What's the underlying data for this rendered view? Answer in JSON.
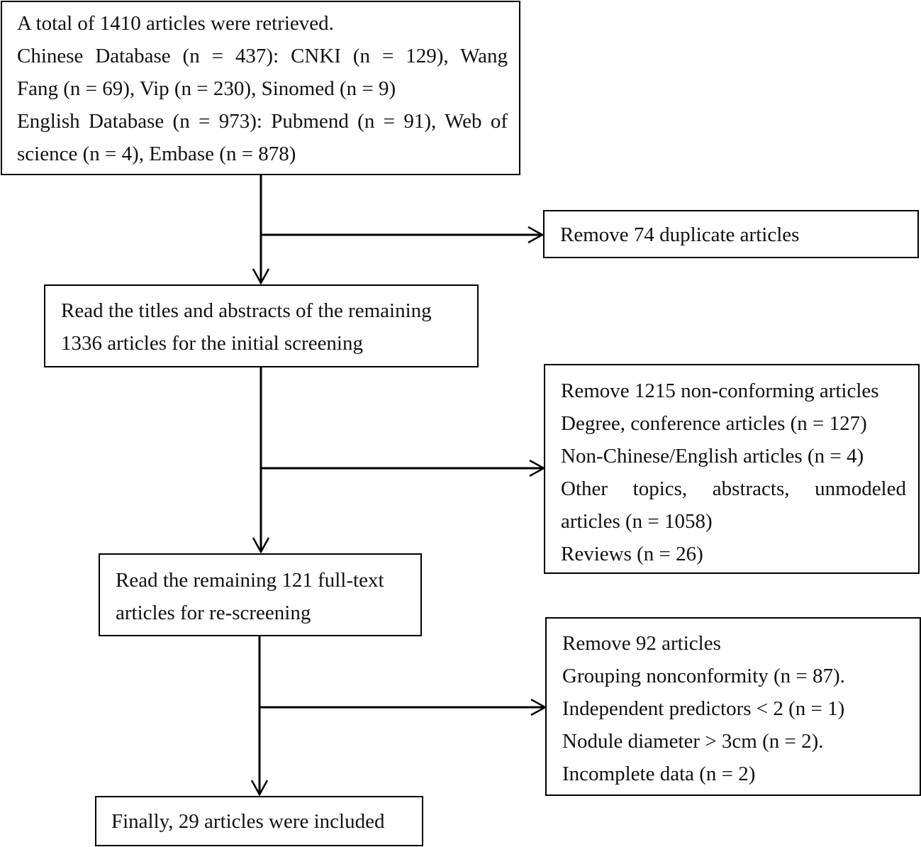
{
  "flowchart": {
    "retrieved": {
      "lines": [
        "A total of 1410 articles were retrieved.",
        "Chinese Database (n = 437): CNKI (n = 129), Wang",
        "Fang (n = 69), Vip (n = 230), Sinomed (n = 9)",
        "English Database (n = 973): Pubmend (n = 91), Web of",
        "science (n = 4), Embase (n = 878)"
      ]
    },
    "duplicates": {
      "lines": [
        "Remove 74 duplicate articles"
      ]
    },
    "screening": {
      "lines": [
        "Read the titles and abstracts of the remaining",
        "1336 articles for the initial screening"
      ]
    },
    "nonconforming": {
      "lines": [
        "Remove 1215 non-conforming articles",
        "Degree, conference articles (n = 127)",
        "Non-Chinese/English articles (n = 4)",
        "Other topics, abstracts, unmodeled",
        "articles (n = 1058)",
        "Reviews (n = 26)"
      ]
    },
    "fulltext": {
      "lines": [
        "Read the remaining 121 full-text",
        "articles for re-screening"
      ]
    },
    "excluded": {
      "lines": [
        "Remove 92 articles",
        "Grouping nonconformity (n = 87).",
        "Independent predictors < 2 (n = 1)",
        "Nodule diameter > 3cm (n = 2).",
        "Incomplete data (n = 2)"
      ]
    },
    "included": {
      "lines": [
        "Finally, 29 articles were included"
      ]
    }
  },
  "colors": {
    "line": "#000000",
    "text": "#111111",
    "background": "#ffffff"
  }
}
